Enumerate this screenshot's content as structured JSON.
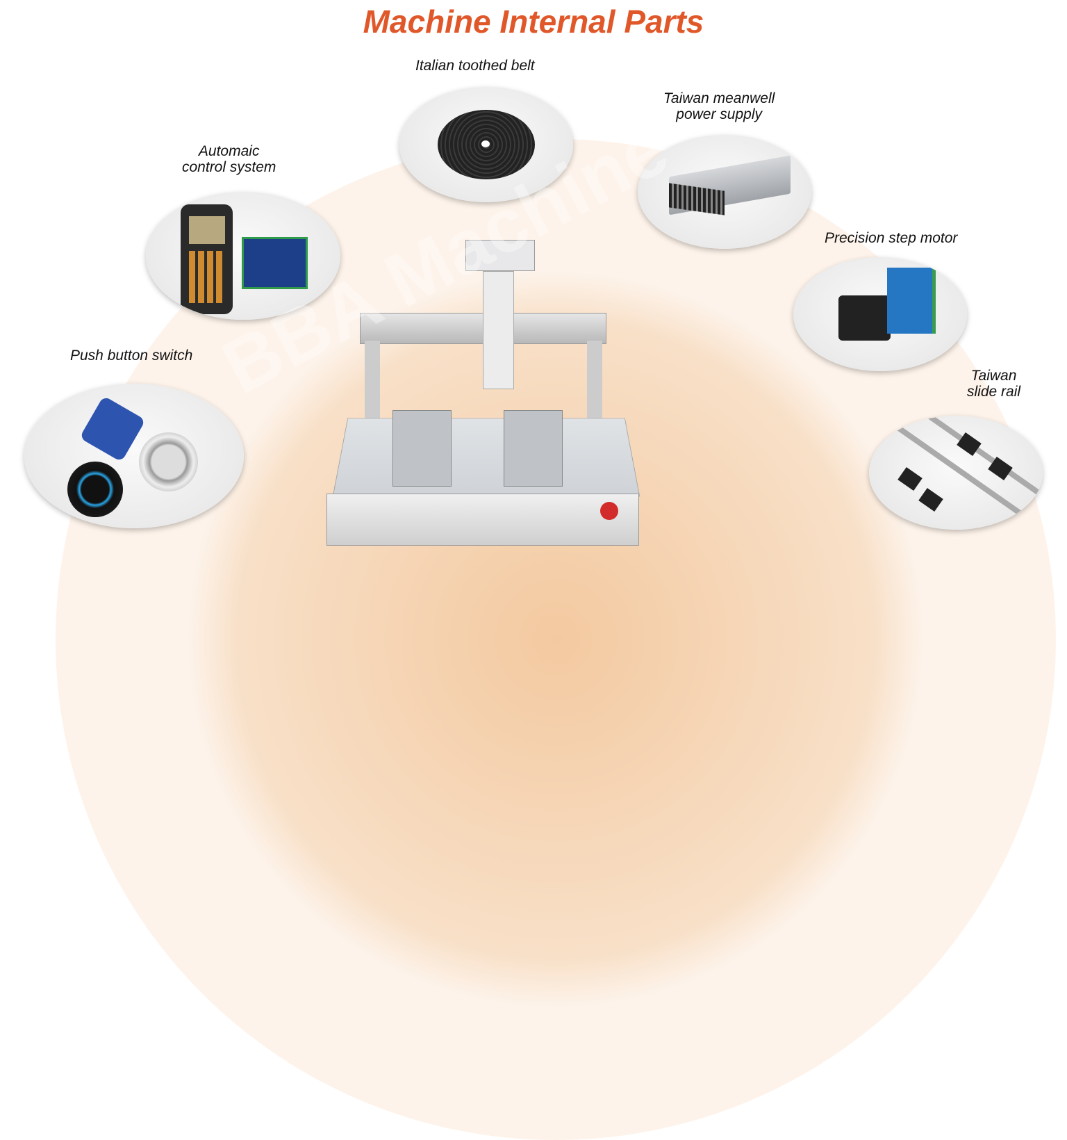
{
  "title": "Machine Internal Parts",
  "parts": {
    "belt": "Italian toothed belt",
    "power": [
      "Taiwan meanwell",
      "power supply"
    ],
    "control": [
      "Automaic",
      "control system"
    ],
    "motor": "Precision step motor",
    "push": "Push button switch",
    "rail": [
      "Taiwan",
      "slide rail"
    ]
  },
  "watermark": "BBA Machine",
  "colors": {
    "title": "#e0582a",
    "background_arc": "#f8e0c8"
  }
}
